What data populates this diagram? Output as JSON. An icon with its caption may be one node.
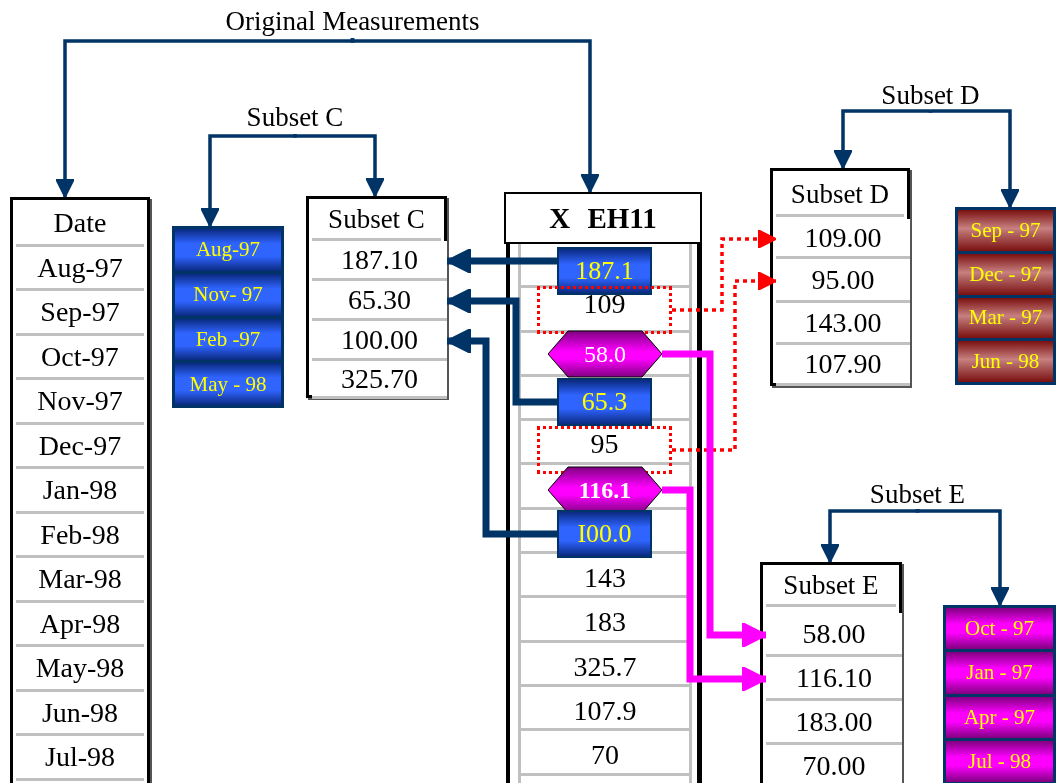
{
  "diagram": {
    "nodes": [
      {
        "text": [
          "Original Measurements"
        ]
      },
      {
        "text": [
          "Date",
          "Aug-97",
          "Sep-97",
          "Oct-97",
          "Nov-97",
          "Dec-97",
          "Jan-98",
          "Feb-98",
          "Mar-98",
          "Apr-98",
          "May-98",
          "Jun-98",
          "Jul-98"
        ]
      },
      {
        "text": [
          "Subset C"
        ]
      },
      {
        "text": [
          "Aug-97",
          "Nov- 97",
          "Feb -97",
          "May - 98"
        ]
      },
      {
        "text": [
          "Subset C"
        ]
      },
      {
        "text": [
          "187.10"
        ],
        "in": 4
      },
      {
        "text": [
          "65.30"
        ],
        "in": 4
      },
      {
        "text": [
          "100.00"
        ],
        "in": 4
      },
      {
        "text": [
          "325.70"
        ],
        "in": 4
      },
      {
        "text": [
          "X EH11"
        ]
      },
      {
        "text": [
          "187.1"
        ],
        "in": 9
      },
      {
        "text": [
          "109"
        ],
        "in": 9
      },
      {
        "text": [
          "58.0"
        ],
        "in": 9
      },
      {
        "text": [
          "65.3"
        ],
        "in": 9
      },
      {
        "text": [
          "95"
        ],
        "in": 9
      },
      {
        "text": [
          "116.1"
        ],
        "in": 9
      },
      {
        "text": [
          "I00.0"
        ],
        "in": 9
      },
      {
        "text": [
          "143"
        ],
        "in": 9
      },
      {
        "text": [
          "183"
        ],
        "in": 9
      },
      {
        "text": [
          "325.7"
        ],
        "in": 9
      },
      {
        "text": [
          "107.9"
        ],
        "in": 9
      },
      {
        "text": [
          "70"
        ],
        "in": 9
      },
      {
        "text": [
          "Subset D"
        ]
      },
      {
        "text": [
          "Subset D"
        ]
      },
      {
        "text": [
          "109.00"
        ],
        "in": 23
      },
      {
        "text": [
          "95.00"
        ],
        "in": 23
      },
      {
        "text": [
          "143.00"
        ],
        "in": 23
      },
      {
        "text": [
          "107.90"
        ],
        "in": 23
      },
      {
        "text": [
          "Sep - 97",
          "Dec - 97",
          "Mar - 97",
          "Jun - 98"
        ]
      },
      {
        "text": [
          "Subset E"
        ]
      },
      {
        "text": [
          "Subset E"
        ]
      },
      {
        "text": [
          "58.00"
        ],
        "in": 30
      },
      {
        "text": [
          "116.10"
        ],
        "in": 30
      },
      {
        "text": [
          "183.00"
        ],
        "in": 30
      },
      {
        "text": [
          "70.00"
        ],
        "in": 30
      },
      {
        "text": [
          "Oct - 97",
          "Jan - 97",
          "Apr - 97",
          "Jul - 98"
        ]
      }
    ],
    "edges": [
      {
        "from": 0,
        "to": 1,
        "arrow": "to"
      },
      {
        "from": 0,
        "to": 9,
        "arrow": "to"
      },
      {
        "from": 2,
        "to": 3,
        "arrow": "to"
      },
      {
        "from": 2,
        "to": 4,
        "arrow": "to"
      },
      {
        "from": 10,
        "to": 5,
        "arrow": "to",
        "style": "thick"
      },
      {
        "from": 13,
        "to": 6,
        "arrow": "to",
        "style": "thick"
      },
      {
        "from": 16,
        "to": 7,
        "arrow": "to",
        "style": "thick"
      },
      {
        "from": 11,
        "to": 24,
        "arrow": "to",
        "style": "dashed",
        "color": "#ff0000"
      },
      {
        "from": 14,
        "to": 25,
        "arrow": "to",
        "style": "dashed",
        "color": "#ff0000"
      },
      {
        "from": 22,
        "to": 23,
        "arrow": "to"
      },
      {
        "from": 22,
        "to": 28,
        "arrow": "to"
      },
      {
        "from": 12,
        "to": 31,
        "arrow": "to",
        "style": "thick",
        "color": "#ff00ff"
      },
      {
        "from": 15,
        "to": 32,
        "arrow": "to",
        "style": "thick",
        "color": "#ff00ff"
      },
      {
        "from": 29,
        "to": 30,
        "arrow": "to"
      },
      {
        "from": 29,
        "to": 35,
        "arrow": "to"
      }
    ]
  }
}
